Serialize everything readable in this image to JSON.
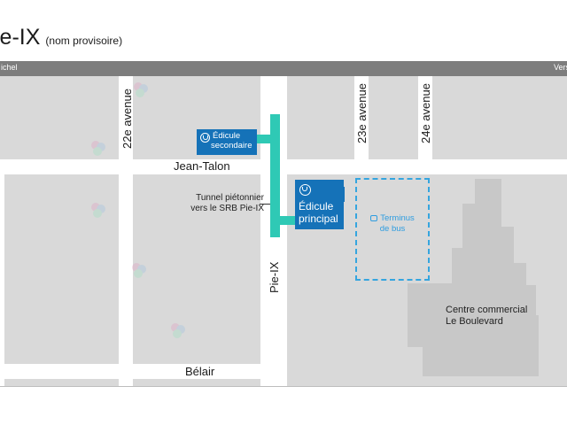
{
  "header": {
    "title": "ie-IX",
    "subtitle": "(nom provisoire)"
  },
  "line_bar": {
    "left_text": "ichel",
    "right_text": "Vers"
  },
  "streets": {
    "av22": "22e avenue",
    "av23": "23e avenue",
    "av24": "24e avenue",
    "jean_talon": "Jean-Talon",
    "pie_ix": "Pie-IX",
    "belair": "Bélair"
  },
  "tunnel_label": [
    "Tunnel piétonnier",
    "vers le SRB Pie-IX"
  ],
  "edicule_secondaire": [
    "Édicule",
    "secondaire"
  ],
  "edicule_principal": [
    "Édicule",
    "principal"
  ],
  "terminus": [
    "Terminus",
    "de bus"
  ],
  "mall": [
    "Centre commercial",
    "Le Boulevard"
  ],
  "colors": {
    "tunnel": "#2fc9b5",
    "edicule": "#1572b8",
    "terminus": "#35a5df",
    "blocks": "#d9d9d9",
    "line_bar": "#7d7d7d"
  },
  "icons": [
    "metro-icon",
    "bus-icon"
  ]
}
